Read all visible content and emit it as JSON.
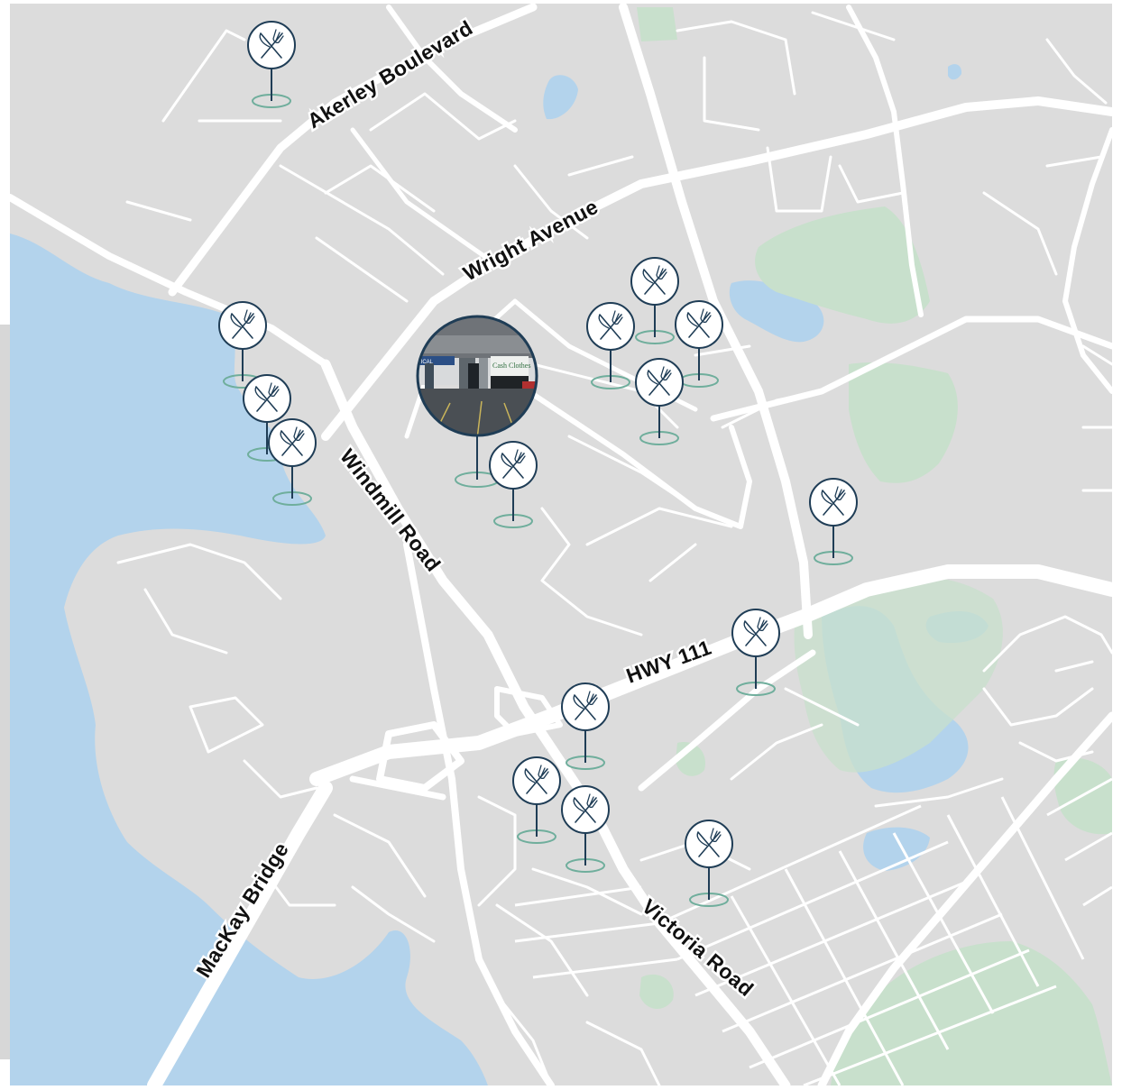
{
  "colors": {
    "land": "#dcdcdc",
    "water": "#b3d3ec",
    "park": "#c8e0cc",
    "road": "#ffffff",
    "marker_stroke": "#1f3d56",
    "marker_base": "#6fae9c"
  },
  "roads": {
    "akerley": "Akerley Boulevard",
    "wright": "Wright Avenue",
    "windmill": "Windmill Road",
    "hwy111": "HWY 111",
    "mackay": "MacKay Bridge",
    "victoria": "Victoria  Road"
  },
  "markers": {
    "icon": "fork-knife-icon",
    "count": 16
  },
  "featured_marker": {
    "storefront_signs": [
      "TICAL",
      "Cash Clothes"
    ]
  }
}
